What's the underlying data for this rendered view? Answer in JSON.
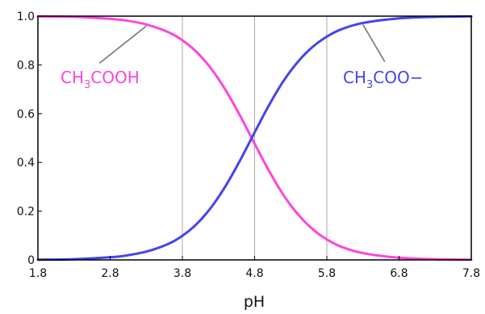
{
  "chart_data": {
    "type": "line",
    "xlabel": "pH",
    "ylabel": "",
    "xlim": [
      1.8,
      7.8
    ],
    "ylim": [
      0,
      1.0
    ],
    "x_ticks": [
      "1.8",
      "2.8",
      "3.8",
      "4.8",
      "5.8",
      "6.8",
      "7.8"
    ],
    "y_ticks": [
      "0",
      "0.2",
      "0.4",
      "0.6",
      "0.8",
      "1.0"
    ],
    "reference_lines_x": [
      3.8,
      4.8,
      5.8
    ],
    "pKa": 4.76,
    "series": [
      {
        "name": "CH3COOH",
        "name_parts": {
          "pre": "CH",
          "sub": "3",
          "post": "COOH"
        },
        "color": "#ff44dd",
        "x": [
          1.8,
          2.3,
          2.8,
          3.0,
          3.3,
          3.6,
          3.8,
          4.0,
          4.2,
          4.4,
          4.6,
          4.8,
          5.0,
          5.2,
          5.4,
          5.6,
          5.8,
          6.0,
          6.3,
          6.8,
          7.3,
          7.8
        ],
        "y": [
          0.999,
          0.997,
          0.989,
          0.983,
          0.966,
          0.935,
          0.901,
          0.852,
          0.784,
          0.696,
          0.591,
          0.477,
          0.365,
          0.266,
          0.187,
          0.127,
          0.084,
          0.054,
          0.028,
          0.009,
          0.003,
          0.001
        ]
      },
      {
        "name": "CH3COO−",
        "name_parts": {
          "pre": "CH",
          "sub": "3",
          "post": "COO−"
        },
        "color": "#4444ee",
        "x": [
          1.8,
          2.3,
          2.8,
          3.0,
          3.3,
          3.6,
          3.8,
          4.0,
          4.2,
          4.4,
          4.6,
          4.8,
          5.0,
          5.2,
          5.4,
          5.6,
          5.8,
          6.0,
          6.3,
          6.8,
          7.3,
          7.8
        ],
        "y": [
          0.001,
          0.003,
          0.011,
          0.017,
          0.034,
          0.065,
          0.099,
          0.148,
          0.216,
          0.304,
          0.409,
          0.523,
          0.635,
          0.734,
          0.813,
          0.873,
          0.916,
          0.946,
          0.972,
          0.991,
          0.997,
          0.999
        ]
      }
    ],
    "annotations": [
      {
        "series": 0,
        "at_x": 3.3,
        "placement": "lower-left"
      },
      {
        "series": 1,
        "at_x": 6.3,
        "placement": "lower-right"
      }
    ],
    "grid": false,
    "legend": "none"
  }
}
